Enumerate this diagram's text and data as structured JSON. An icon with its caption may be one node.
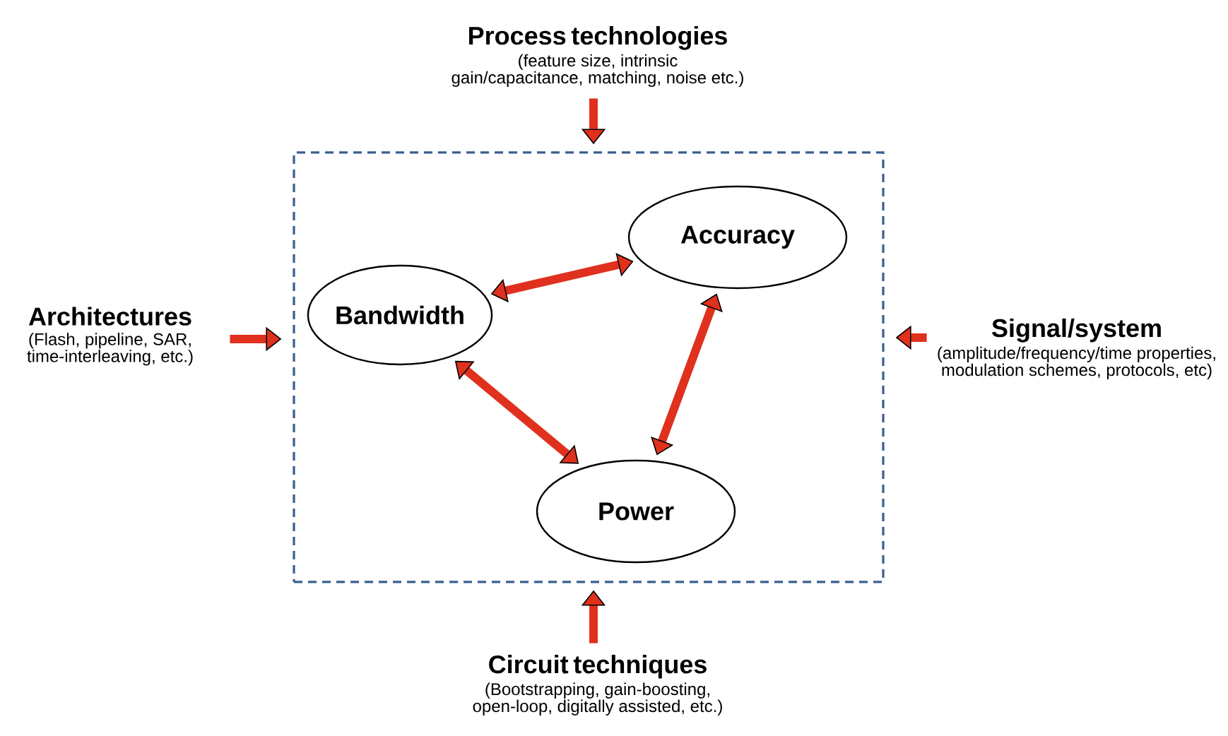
{
  "diagram": {
    "nodes": [
      {
        "text": [],
        "shape": "box"
      },
      {
        "text": [
          "Accuracy"
        ],
        "in": 0
      },
      {
        "text": [
          "Bandwidth"
        ],
        "in": 0
      },
      {
        "text": [
          "Power"
        ],
        "in": 0
      },
      {
        "text": [
          "Process technologies",
          "(feature size, intrinsic gain/capacitance, matching, noise etc.)"
        ]
      },
      {
        "text": [
          "Architectures",
          "(Flash, pipeline, SAR, time-interleaving, etc.)"
        ]
      },
      {
        "text": [
          "Signal/system",
          "(amplitude/frequency/time properties, modulation schemes, protocols, etc)"
        ]
      },
      {
        "text": [
          "Circuit techniques",
          "(Bootstrapping, gain-boosting, open-loop, digitally assisted, etc.)"
        ]
      }
    ],
    "edges": [
      {
        "from": 2,
        "to": 1,
        "arrow": "both"
      },
      {
        "from": 1,
        "to": 3,
        "arrow": "both"
      },
      {
        "from": 2,
        "to": 3,
        "arrow": "both"
      },
      {
        "from": 4,
        "to": 0,
        "arrow": "to"
      },
      {
        "from": 5,
        "to": 0,
        "arrow": "to"
      },
      {
        "from": 6,
        "to": 0,
        "arrow": "to"
      },
      {
        "from": 7,
        "to": 0,
        "arrow": "to"
      }
    ]
  }
}
